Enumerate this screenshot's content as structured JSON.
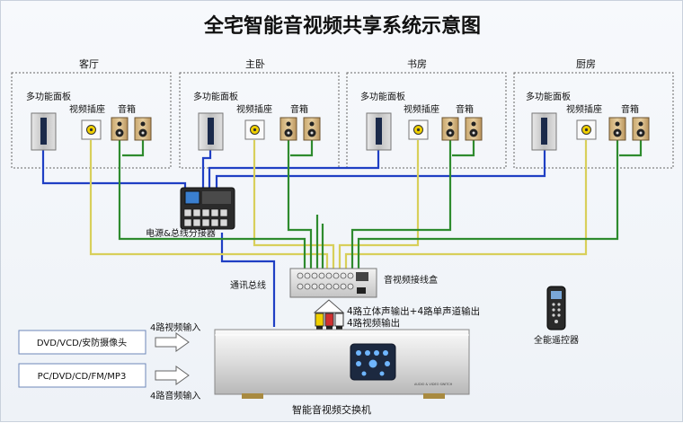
{
  "title": "全宅智能音视频共享系统示意图",
  "rooms": [
    {
      "name": "客厅",
      "panel_label": "多功能面板",
      "video_socket_label": "视频插座",
      "speaker_label": "音箱"
    },
    {
      "name": "主卧",
      "panel_label": "多功能面板",
      "video_socket_label": "视频插座",
      "speaker_label": "音箱"
    },
    {
      "name": "书房",
      "panel_label": "多功能面板",
      "video_socket_label": "视频插座",
      "speaker_label": "音箱"
    },
    {
      "name": "厨房",
      "panel_label": "多功能面板",
      "video_socket_label": "视频插座",
      "speaker_label": "音箱"
    }
  ],
  "power_distributor_label": "电源&总线分接器",
  "junction_box_label": "音视频接线盒",
  "comm_bus_label": "通讯总线",
  "output_audio_label": "4路立体声输出+4路单声道输出",
  "output_video_label": "4路视频输出",
  "input_source_1": "DVD/VCD/安防摄像头",
  "input_source_2": "PC/DVD/CD/FM/MP3",
  "video_input_label": "4路视频输入",
  "audio_input_label": "4路音频输入",
  "switcher_label": "智能音视频交换机",
  "switcher_badge": "AUDIO & VIDEO SWITCH",
  "remote_label": "全能遥控器",
  "colors": {
    "bus_blue": "#1f3fc4",
    "video_yellow": "#d8cf5a",
    "audio_green": "#2e8b2e",
    "title_blue": "#1b2f9a"
  }
}
